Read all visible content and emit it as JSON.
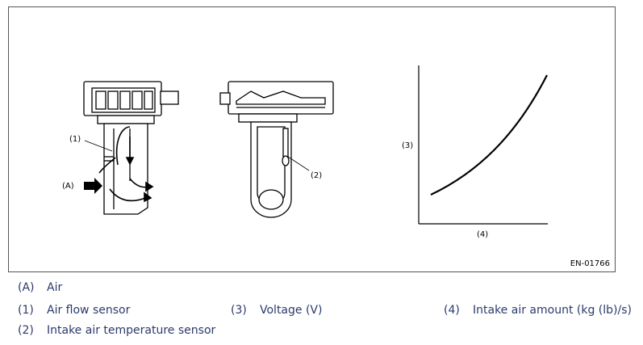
{
  "figure": {
    "code": "EN-01766",
    "callouts": {
      "air_flow_sensor": "(1)",
      "intake_air_temp_sensor": "(2)",
      "air": "(A)",
      "voltage_axis": "(3)",
      "air_amount_axis": "(4)"
    }
  },
  "legend": [
    {
      "key": "(A)",
      "text": "Air"
    },
    {
      "key": "(1)",
      "text": "Air flow sensor"
    },
    {
      "key": "(2)",
      "text": "Intake air temperature sensor"
    },
    {
      "key": "(3)",
      "text": "Voltage (V)"
    },
    {
      "key": "(4)",
      "text": "Intake air amount (kg (lb)/s)"
    }
  ],
  "colors": {
    "legend_text": "#2b3a6b",
    "border": "#555555"
  }
}
